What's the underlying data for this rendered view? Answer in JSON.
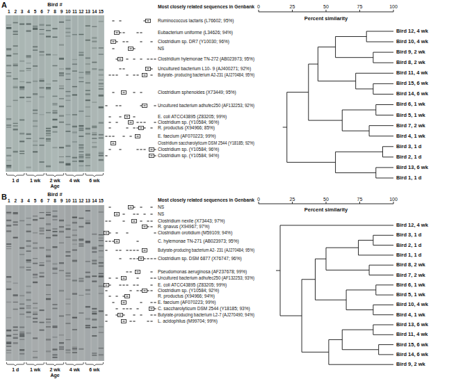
{
  "diagram": {
    "labels": [
      "A",
      "Bird #",
      "1",
      "2",
      "3",
      "4",
      "5",
      "6",
      "7",
      "8",
      "9",
      "10",
      "11",
      "12",
      "13",
      "14",
      "15",
      "1 d",
      "1 wk",
      "2 wk",
      "4 wk",
      "6 wk",
      "Age",
      "Most closely related sequences in Genbank",
      "Ruminococcus lactaris (L76602; 95%)",
      "Eubacterium uniforme (L34626; 94%)",
      "Clostridium sp. DR7 (Y10030; 96%)",
      "NS",
      "Clostridium hylemonae TN-272 (AB023973; 95%)",
      "Uncultured bacterium L10- 9 (AJ400271; 92%)",
      "Butyrate- producing bacterium A2-231 (AJ270484; 95%)",
      "Clostridium sphenoides (X73449; 95%)",
      "Uncultured bacterium adhufec250 (AF132253; 92%)",
      "E. coli ATCC43895 (Z83205; 99%)",
      "Clostridium sp. (Y10584; 96%)",
      "R. productus (X94966; 85%)",
      "E. faecium (AF070223; 99%)",
      "Clostridium saccharolyticum DSM 2544 (Y18185; 92%)",
      "Clostridium sp. (Y10584; 96%)",
      "Clostridium sp. (Y10584; 94%)",
      "Percent similarity",
      "0",
      "25",
      "50",
      "75",
      "100",
      "Bird 12, 4 wk",
      "Bird 10, 4 wk",
      "Bird 9, 2 wk",
      "Bird 8, 2 wk",
      "Bird 11, 4 wk",
      "Bird 15, 6 wk",
      "Bird 14, 6 wk",
      "Bird 6, 1 wk",
      "Bird 5, 1 wk",
      "Bird 7, 2 wk",
      "Bird 4, 1 wk",
      "Bird 3, 1 d",
      "Bird 2, 1 d",
      "Bird 13, 6 wk",
      "Bird 1, 1 d",
      "B",
      "Bird #",
      "1",
      "2",
      "3",
      "4",
      "5",
      "6",
      "7",
      "8",
      "9",
      "10",
      "11",
      "12",
      "13",
      "14",
      "15",
      "1 d",
      "1 wk",
      "2 wk",
      "4 wk",
      "6 wk",
      "Age",
      "Most closely related sequences in Genbank",
      "NS",
      "NS",
      "Clostridium nexile (X73443; 97%)",
      "R. gnavus (X94967; 97%)",
      "Clostridium orotidium (M59109; 94%)",
      "C. hylemonae TN-271 (AB023973; 95%)",
      "Butyrate-producing bacterium A2- 231 (AJ270484; 95%)",
      "Clostridium sp. DSM 6877 (X76747; 96%)",
      "Pseudomonas aeruginosa (AF237678; 99%)",
      "Uncultured bacterium adhufec250 (AF132253; 93%)",
      "E. coli ATCC43895 (Z83205; 99%)",
      "Clostridium sp. (Y10584; 92%)",
      "R. productus (X94966; 94%)",
      "E. faecium (AF070223; 99%)",
      "C. saccharolyticum DSM 2544 (Y18185; 93%)",
      "Butyrate-producing bacterium L2-7 (AJ270490; 94%)",
      "L. acidophilus (M99704; 99%)",
      "Percent similarity",
      "0",
      "25",
      "50",
      "75",
      "100",
      "Bird 12, 4 wk",
      "Bird 3, 1 d",
      "Bird 2, 1 d",
      "Bird 1, 1 d",
      "Bird 8, 2 wk",
      "Bird 7, 2 wk",
      "Bird 6, 1 wk",
      "Bird 5, 1 wk",
      "Bird 10, 4 wk",
      "Bird 4, 1 wk",
      "Bird 13, 6 wk",
      "Bird 11, 4 wk",
      "Bird 15, 6 wk",
      "Bird 14, 6 wk",
      "Bird 9, 2 wk"
    ]
  }
}
